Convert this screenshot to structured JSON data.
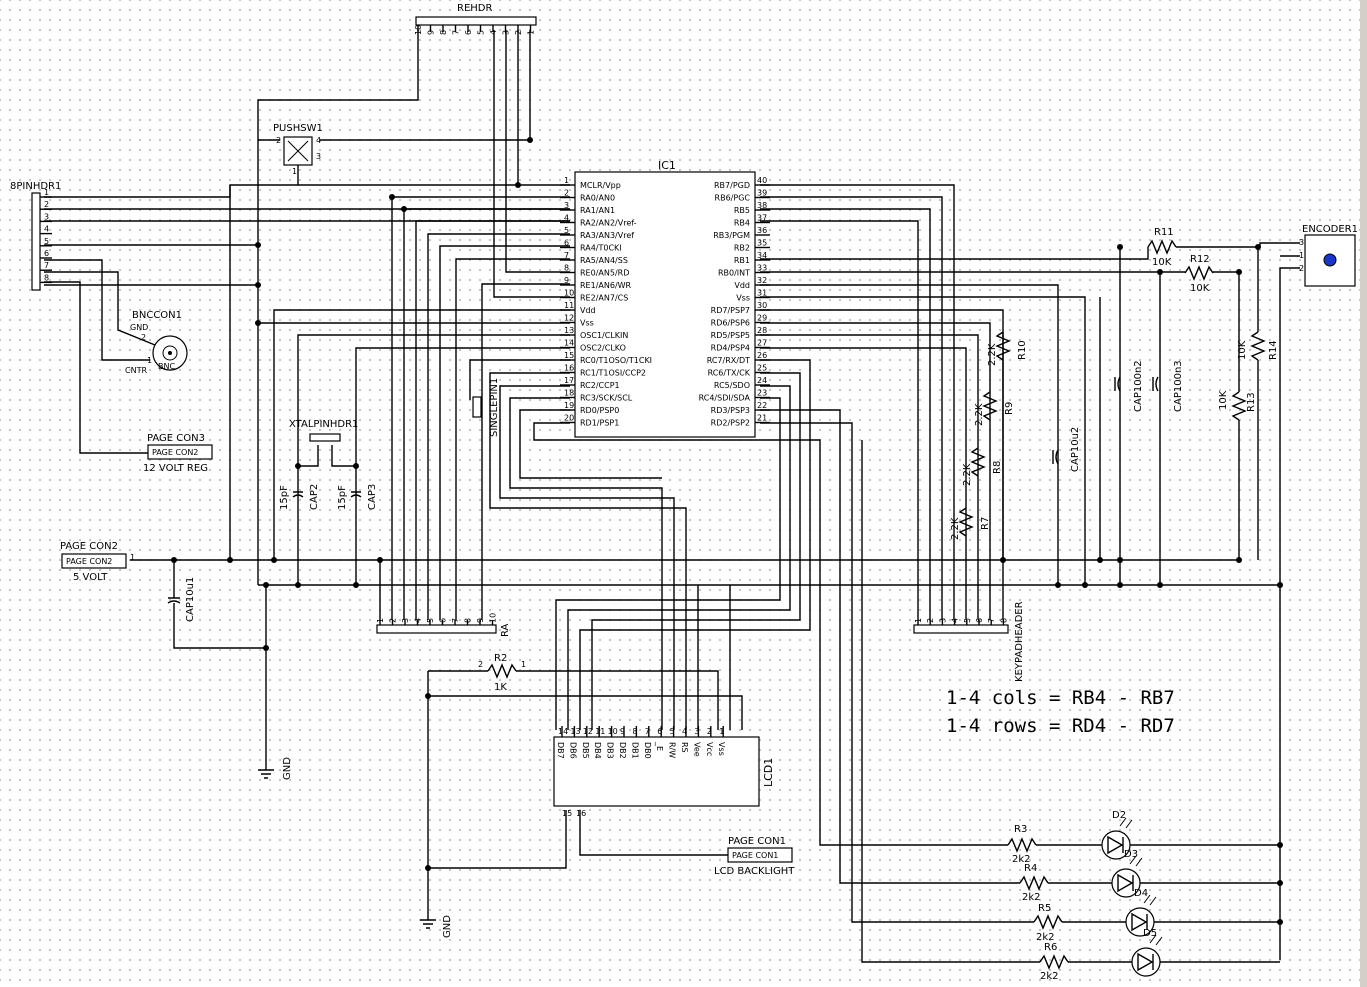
{
  "ic": {
    "ref": "IC1",
    "left_pins": [
      {
        "num": "1",
        "name": "MCLR/Vpp"
      },
      {
        "num": "2",
        "name": "RA0/AN0"
      },
      {
        "num": "3",
        "name": "RA1/AN1"
      },
      {
        "num": "4",
        "name": "RA2/AN2/Vref-"
      },
      {
        "num": "5",
        "name": "RA3/AN3/Vref"
      },
      {
        "num": "6",
        "name": "RA4/T0CKI"
      },
      {
        "num": "7",
        "name": "RA5/AN4/SS"
      },
      {
        "num": "8",
        "name": "RE0/AN5/RD"
      },
      {
        "num": "9",
        "name": "RE1/AN6/WR"
      },
      {
        "num": "10",
        "name": "RE2/AN7/CS"
      },
      {
        "num": "11",
        "name": "Vdd"
      },
      {
        "num": "12",
        "name": "Vss"
      },
      {
        "num": "13",
        "name": "OSC1/CLKIN"
      },
      {
        "num": "14",
        "name": "OSC2/CLKO"
      },
      {
        "num": "15",
        "name": "RC0/T1OSO/T1CKI"
      },
      {
        "num": "16",
        "name": "RC1/T1OSI/CCP2"
      },
      {
        "num": "17",
        "name": "RC2/CCP1"
      },
      {
        "num": "18",
        "name": "RC3/SCK/SCL"
      },
      {
        "num": "19",
        "name": "RD0/PSP0"
      },
      {
        "num": "20",
        "name": "RD1/PSP1"
      }
    ],
    "right_pins": [
      {
        "num": "40",
        "name": "RB7/PGD"
      },
      {
        "num": "39",
        "name": "RB6/PGC"
      },
      {
        "num": "38",
        "name": "RB5"
      },
      {
        "num": "37",
        "name": "RB4"
      },
      {
        "num": "36",
        "name": "RB3/PGM"
      },
      {
        "num": "35",
        "name": "RB2"
      },
      {
        "num": "34",
        "name": "RB1"
      },
      {
        "num": "33",
        "name": "RB0/INT"
      },
      {
        "num": "32",
        "name": "Vdd"
      },
      {
        "num": "31",
        "name": "Vss"
      },
      {
        "num": "30",
        "name": "RD7/PSP7"
      },
      {
        "num": "29",
        "name": "RD6/PSP6"
      },
      {
        "num": "28",
        "name": "RD5/PSP5"
      },
      {
        "num": "27",
        "name": "RD4/PSP4"
      },
      {
        "num": "26",
        "name": "RC7/RX/DT"
      },
      {
        "num": "25",
        "name": "RC6/TX/CK"
      },
      {
        "num": "24",
        "name": "RC5/SDO"
      },
      {
        "num": "23",
        "name": "RC4/SDI/SDA"
      },
      {
        "num": "22",
        "name": "RD3/PSP3"
      },
      {
        "num": "21",
        "name": "RD2/PSP2"
      }
    ]
  },
  "lcd": {
    "ref": "LCD1",
    "pins": [
      {
        "num": "14",
        "name": "DB7"
      },
      {
        "num": "13",
        "name": "DB6"
      },
      {
        "num": "12",
        "name": "DB5"
      },
      {
        "num": "11",
        "name": "DB4"
      },
      {
        "num": "10",
        "name": "DB3"
      },
      {
        "num": "9",
        "name": "DB2"
      },
      {
        "num": "8",
        "name": "DB1"
      },
      {
        "num": "7",
        "name": "DB0"
      },
      {
        "num": "6",
        "name": "_E"
      },
      {
        "num": "5",
        "name": "R/W"
      },
      {
        "num": "4",
        "name": "RS"
      },
      {
        "num": "3",
        "name": "Vee"
      },
      {
        "num": "2",
        "name": "Vcc"
      },
      {
        "num": "1",
        "name": "Vss"
      }
    ],
    "backlight_pins": [
      "15",
      "16"
    ]
  },
  "headers": {
    "rehdr": {
      "ref": "REHDR",
      "pins": [
        "10",
        "9",
        "8",
        "7",
        "6",
        "5",
        "4",
        "3",
        "2",
        "1"
      ]
    },
    "pin8hdr": {
      "ref": "8PINHDR1",
      "pins": [
        "1",
        "2",
        "3",
        "4",
        "5",
        "6",
        "7",
        "8"
      ]
    },
    "ra": {
      "ref": "RA",
      "pins": [
        "1",
        "2",
        "3",
        "4",
        "5",
        "6",
        "7",
        "8",
        "9",
        "10"
      ]
    },
    "keypad": {
      "ref": "KEYPADHEADER",
      "pins": [
        "1",
        "2",
        "3",
        "4",
        "5",
        "6",
        "7",
        "8"
      ]
    },
    "xtal": {
      "ref": "XTALPINHDR1"
    },
    "singlepin": {
      "ref": "SINGLEPIN1"
    }
  },
  "pushsw": {
    "ref": "PUSHSW1",
    "pins": [
      "2",
      "4",
      "1",
      "3"
    ]
  },
  "bnc": {
    "ref": "BNCCON1",
    "gnd": "GND",
    "cntr": "CNTR",
    "body": "BNC",
    "pins": [
      "1",
      "2"
    ]
  },
  "encoder": {
    "ref": "ENCODER1",
    "pins": [
      "3",
      "1",
      "2"
    ]
  },
  "resistors": [
    {
      "ref": "R2",
      "value": "1K"
    },
    {
      "ref": "R3",
      "value": "2k2"
    },
    {
      "ref": "R4",
      "value": "2k2"
    },
    {
      "ref": "R5",
      "value": "2k2"
    },
    {
      "ref": "R6",
      "value": "2k2"
    },
    {
      "ref": "R7",
      "value": "2.2K"
    },
    {
      "ref": "R8",
      "value": "2.2K"
    },
    {
      "ref": "R9",
      "value": "2.2K"
    },
    {
      "ref": "R10",
      "value": "2.2K"
    },
    {
      "ref": "R11",
      "value": "10K"
    },
    {
      "ref": "R12",
      "value": "10K"
    },
    {
      "ref": "R13",
      "value": "10K"
    },
    {
      "ref": "R14",
      "value": "10K"
    }
  ],
  "capacitors": [
    {
      "ref": "CAP2",
      "value": "15pF"
    },
    {
      "ref": "CAP3",
      "value": "15pF"
    },
    {
      "ref": "CAP10u1",
      "value": ""
    },
    {
      "ref": "CAP10u2",
      "value": ""
    },
    {
      "ref": "CAP100n2",
      "value": ""
    },
    {
      "ref": "CAP100n3",
      "value": ""
    }
  ],
  "leds": [
    "D2",
    "D3",
    "D4",
    "D5"
  ],
  "page_connectors": [
    {
      "ref": "PAGE CON3",
      "body": "PAGE CON2",
      "caption": "12 VOLT REG"
    },
    {
      "ref": "PAGE CON2",
      "body": "PAGE CON2",
      "caption": "5 VOLT"
    },
    {
      "ref": "PAGE CON1",
      "body": "PAGE CON1",
      "caption": "LCD BACKLIGHT"
    }
  ],
  "ground_labels": [
    "GND",
    "GND"
  ],
  "notes": [
    "1-4 cols = RB4 - RB7",
    "1-4 rows = RD4 - RD7"
  ]
}
